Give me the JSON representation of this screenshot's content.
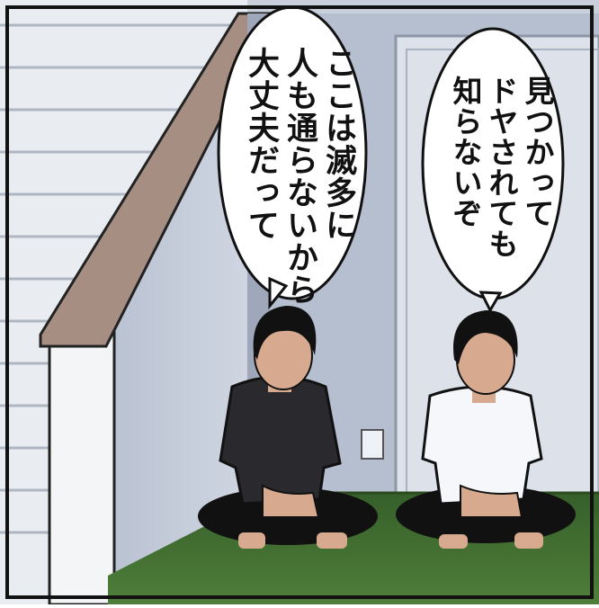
{
  "scene": "manga-panel",
  "colors": {
    "wall": "#c3cbd9",
    "wall_shadow": "#9fa9bb",
    "staircase_wood": "#a38b80",
    "floor": "#3d6b2e",
    "door": "#d8dde6",
    "outline": "#111111"
  },
  "bubbles": {
    "left": {
      "text": "ここは滅多に\n人も通らないから\n大丈夫だって"
    },
    "right": {
      "text": "見つかって\nドヤされても\n知らないぞ"
    }
  },
  "characters": [
    {
      "label": "",
      "shirt": "black"
    },
    {
      "label": "",
      "shirt": "white"
    }
  ]
}
